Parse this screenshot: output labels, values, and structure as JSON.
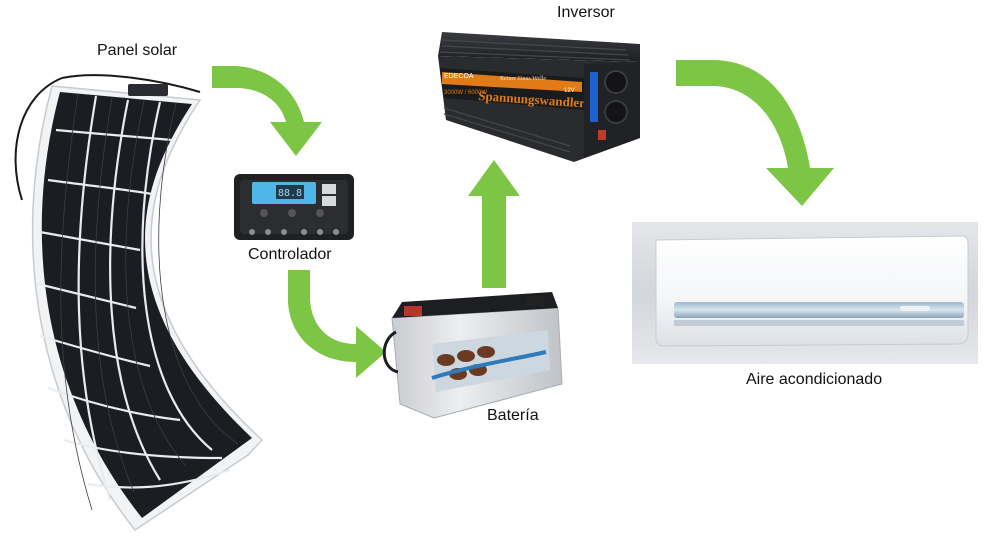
{
  "labels": {
    "panel": "Panel solar",
    "controller": "Controlador",
    "inverter": "Inversor",
    "battery": "Batería",
    "ac": "Aire acondicionado"
  },
  "inverter_text": {
    "brand": "EDECOA",
    "model_line": "Reiner Sinus Welle",
    "product": "Spannungswandler",
    "power": "3000W / 6000W",
    "voltage": "12V"
  },
  "controller_display": "88.8",
  "colors": {
    "arrow": "#7dc544",
    "panel_cell": "#1c1d22",
    "panel_grid": "#e8ecef",
    "inverter_body": "#2a2b2e",
    "inverter_stripe": "#e07b18",
    "controller_body": "#1f2022",
    "controller_screen": "#4fb6e8",
    "battery_body": "#dfe1e3",
    "battery_lid": "#1d1e21",
    "ac_body": "#f7f8fa"
  }
}
